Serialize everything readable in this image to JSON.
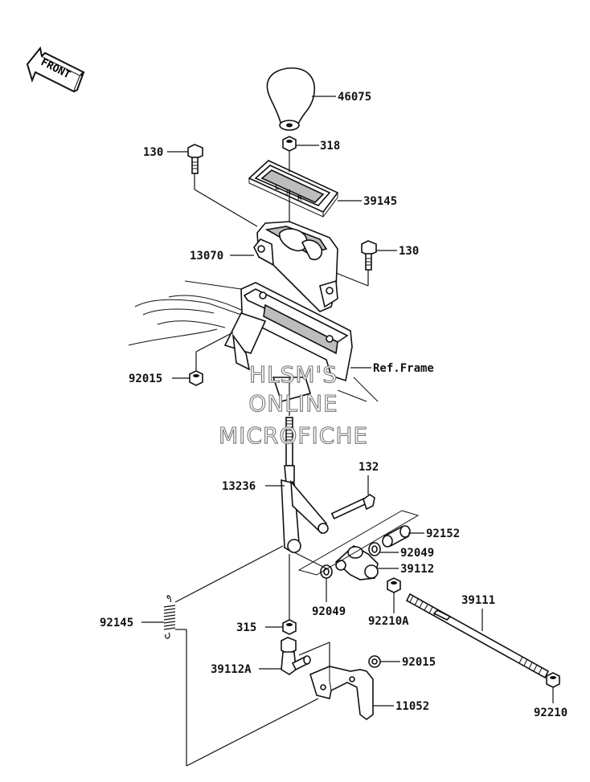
{
  "front_badge": "FRONT",
  "parts": {
    "knob": "46075",
    "nut_318": "318",
    "bolt_130_top": "130",
    "indicator_plate": "39145",
    "bolt_130_right": "130",
    "guide_cover": "13070",
    "ref_frame": "Ref.Frame",
    "nut_92015_left": "92015",
    "bolt_132": "132",
    "lever": "13236",
    "collar_92152": "92152",
    "washer_92049_right": "92049",
    "bracket_39112": "39112",
    "washer_92049_bottom": "92049",
    "nut_92210A": "92210A",
    "rod_39111": "39111",
    "spring_92145": "92145",
    "nut_315": "315",
    "joint_39112A": "39112A",
    "nut_92015_right": "92015",
    "bracket_11052": "11052",
    "nut_92210": "92210"
  },
  "watermark": [
    "HLSM'S",
    "ONLINE",
    "MICROFICHE"
  ]
}
